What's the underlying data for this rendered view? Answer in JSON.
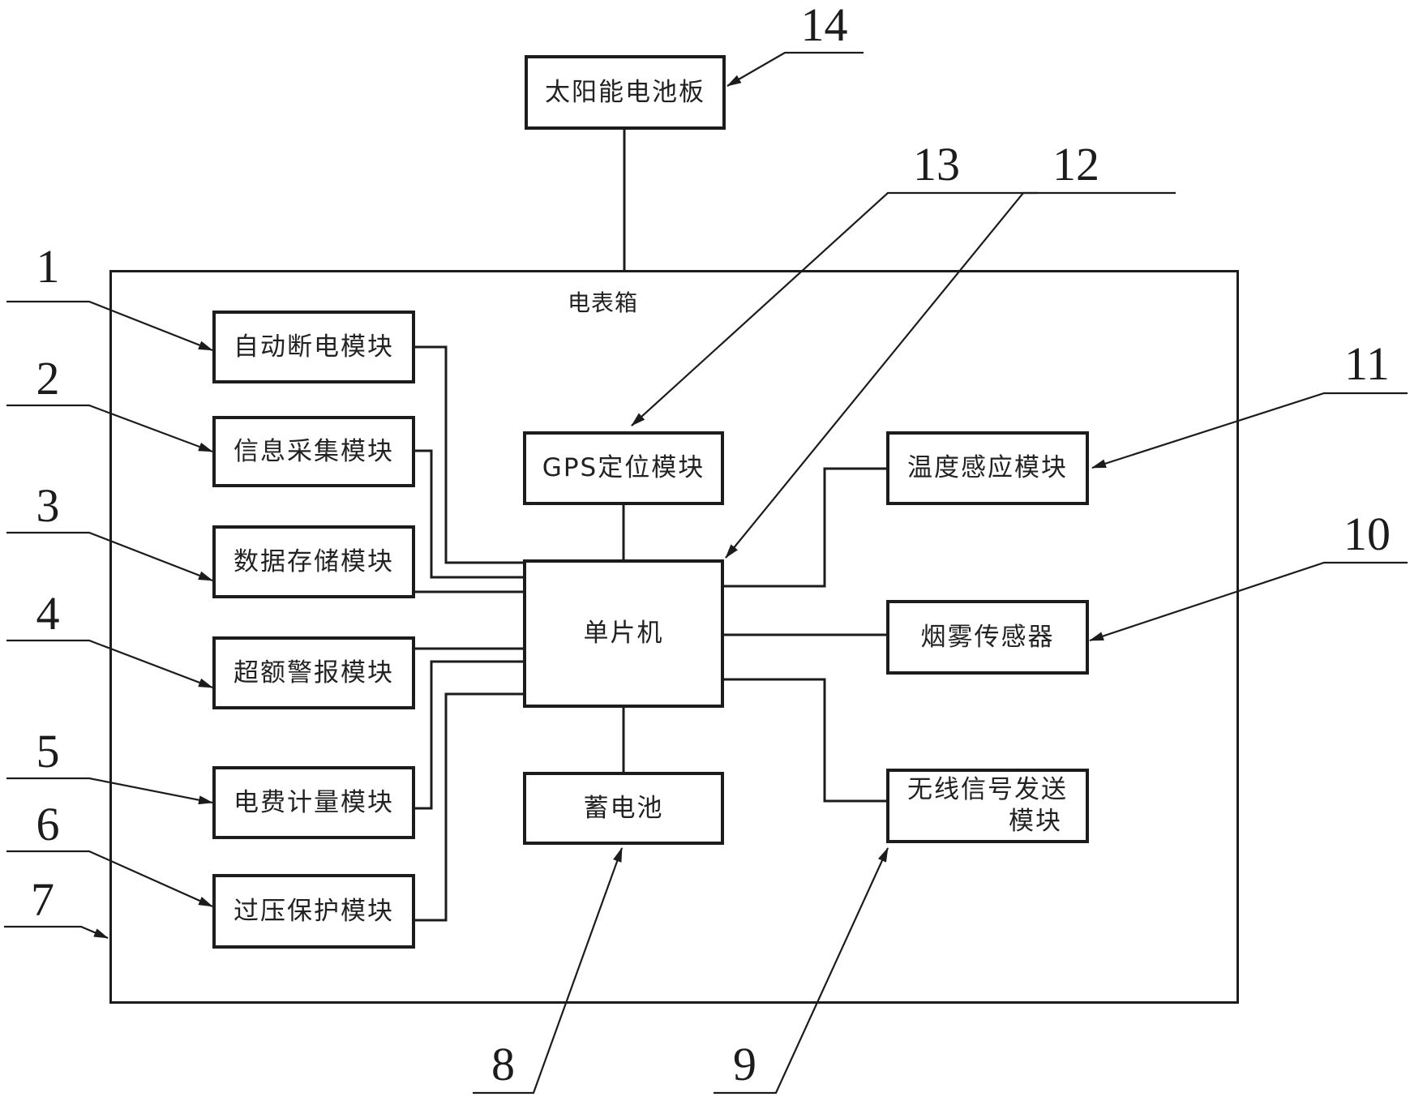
{
  "figure": {
    "outer_label": "电表箱",
    "modules": {
      "solar": {
        "label": "太阳能电池板"
      },
      "auto_cutoff": {
        "label": "自动断电模块"
      },
      "info_collect": {
        "label": "信息采集模块"
      },
      "data_storage": {
        "label": "数据存储模块"
      },
      "over_quota_alarm": {
        "label": "超额警报模块"
      },
      "fee_metering": {
        "label": "电费计量模块"
      },
      "overvoltage": {
        "label": "过压保护模块"
      },
      "gps": {
        "label": "GPS定位模块"
      },
      "mcu": {
        "label": "单片机"
      },
      "battery": {
        "label": "蓄电池"
      },
      "temp_sensor": {
        "label": "温度感应模块"
      },
      "smoke_sensor": {
        "label": "烟雾传感器"
      },
      "wireless_line1": "无线信号发送",
      "wireless_line2": "模块"
    },
    "refs": {
      "r1": "1",
      "r2": "2",
      "r3": "3",
      "r4": "4",
      "r5": "5",
      "r6": "6",
      "r7": "7",
      "r8": "8",
      "r9": "9",
      "r10": "10",
      "r11": "11",
      "r12": "12",
      "r13": "13",
      "r14": "14"
    },
    "colors": {
      "line": "#1c1c1c",
      "background": "#ffffff"
    }
  }
}
